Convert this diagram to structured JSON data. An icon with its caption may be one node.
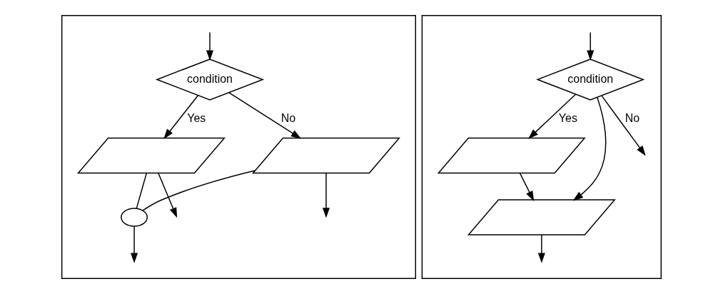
{
  "diagram": {
    "nodes": [
      {
        "text": [],
        "shape": "box"
      },
      {
        "text": [
          "condition"
        ],
        "in": 0
      },
      {
        "text": [],
        "shape": "parallelogram",
        "in": 0
      },
      {
        "text": [],
        "shape": "parallelogram",
        "in": 0
      },
      {
        "text": [],
        "shape": "ellipse",
        "in": 0
      },
      {
        "text": [],
        "shape": "box"
      },
      {
        "text": [
          "condition"
        ],
        "in": 5
      },
      {
        "text": [],
        "shape": "parallelogram",
        "in": 5
      },
      {
        "text": [],
        "shape": "parallelogram",
        "in": 5
      }
    ],
    "edges": [
      {
        "from": null,
        "to": 1,
        "arrow": "to"
      },
      {
        "from": 1,
        "to": 2,
        "arrow": "to",
        "label": "Yes"
      },
      {
        "from": 1,
        "to": 3,
        "arrow": "to",
        "label": "No"
      },
      {
        "from": 2,
        "to": null,
        "arrow": "to"
      },
      {
        "from": 2,
        "to": 4,
        "arrow": "none"
      },
      {
        "from": 4,
        "to": 3,
        "arrow": "none"
      },
      {
        "from": 4,
        "to": null,
        "arrow": "to"
      },
      {
        "from": 3,
        "to": null,
        "arrow": "to"
      },
      {
        "from": 6,
        "to": null,
        "arrow": "to",
        "label": "No"
      },
      {
        "from": 6,
        "to": 7,
        "arrow": "to",
        "label": "Yes"
      },
      {
        "from": null,
        "to": 6,
        "arrow": "to"
      },
      {
        "from": 6,
        "to": 8,
        "arrow": "to"
      },
      {
        "from": 7,
        "to": 8,
        "arrow": "to"
      },
      {
        "from": 8,
        "to": null,
        "arrow": "to"
      }
    ]
  }
}
